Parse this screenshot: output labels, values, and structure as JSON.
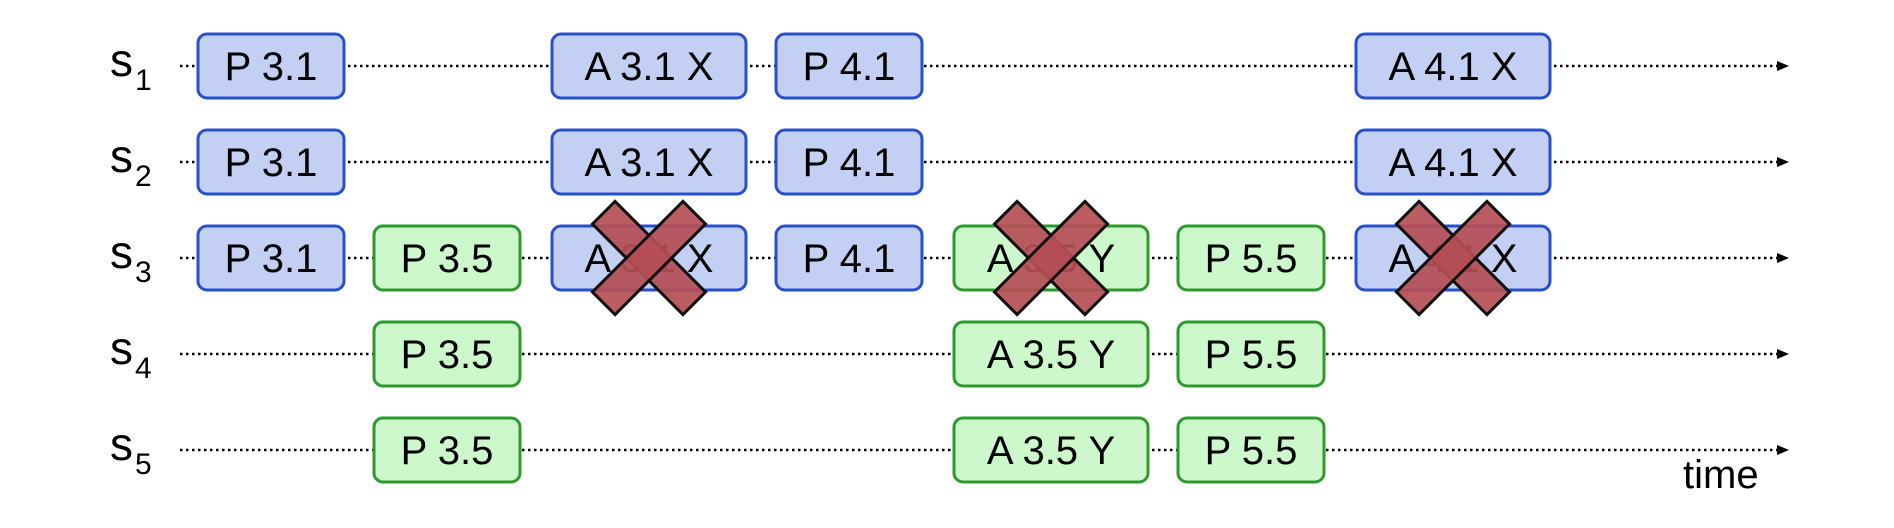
{
  "rows": [
    {
      "label": "s",
      "sub": "1",
      "boxes": [
        {
          "text": "P 3.1",
          "color": "blue",
          "slot": 0
        },
        {
          "text": "A 3.1 X",
          "color": "blue",
          "slot": 2
        },
        {
          "text": "P 4.1",
          "color": "blue",
          "slot": 3
        },
        {
          "text": "A 4.1 X",
          "color": "blue",
          "slot": 6
        }
      ]
    },
    {
      "label": "s",
      "sub": "2",
      "boxes": [
        {
          "text": "P 3.1",
          "color": "blue",
          "slot": 0
        },
        {
          "text": "A 3.1 X",
          "color": "blue",
          "slot": 2
        },
        {
          "text": "P 4.1",
          "color": "blue",
          "slot": 3
        },
        {
          "text": "A 4.1 X",
          "color": "blue",
          "slot": 6
        }
      ]
    },
    {
      "label": "s",
      "sub": "3",
      "boxes": [
        {
          "text": "P 3.1",
          "color": "blue",
          "slot": 0
        },
        {
          "text": "P 3.5",
          "color": "green",
          "slot": 1
        },
        {
          "text": "A 3.1 X",
          "color": "blue",
          "slot": 2,
          "crossed": true
        },
        {
          "text": "P 4.1",
          "color": "blue",
          "slot": 3
        },
        {
          "text": "A 3.5 Y",
          "color": "green",
          "slot": 4,
          "crossed": true
        },
        {
          "text": "P 5.5",
          "color": "green",
          "slot": 5
        },
        {
          "text": "A 4.1 X",
          "color": "blue",
          "slot": 6,
          "crossed": true
        }
      ]
    },
    {
      "label": "s",
      "sub": "4",
      "boxes": [
        {
          "text": "P 3.5",
          "color": "green",
          "slot": 1
        },
        {
          "text": "A 3.5 Y",
          "color": "green",
          "slot": 4
        },
        {
          "text": "P 5.5",
          "color": "green",
          "slot": 5
        }
      ]
    },
    {
      "label": "s",
      "sub": "5",
      "boxes": [
        {
          "text": "P 3.5",
          "color": "green",
          "slot": 1
        },
        {
          "text": "A 3.5 Y",
          "color": "green",
          "slot": 4
        },
        {
          "text": "P 5.5",
          "color": "green",
          "slot": 5
        }
      ]
    }
  ],
  "axis_label": "time",
  "colors": {
    "blue_fill": "#c3d0f3",
    "blue_stroke": "#2750c9",
    "green_fill": "#ccf8cc",
    "green_stroke": "#2e9a2e",
    "cross_fill": "#b54d55",
    "cross_stroke": "#111111"
  }
}
